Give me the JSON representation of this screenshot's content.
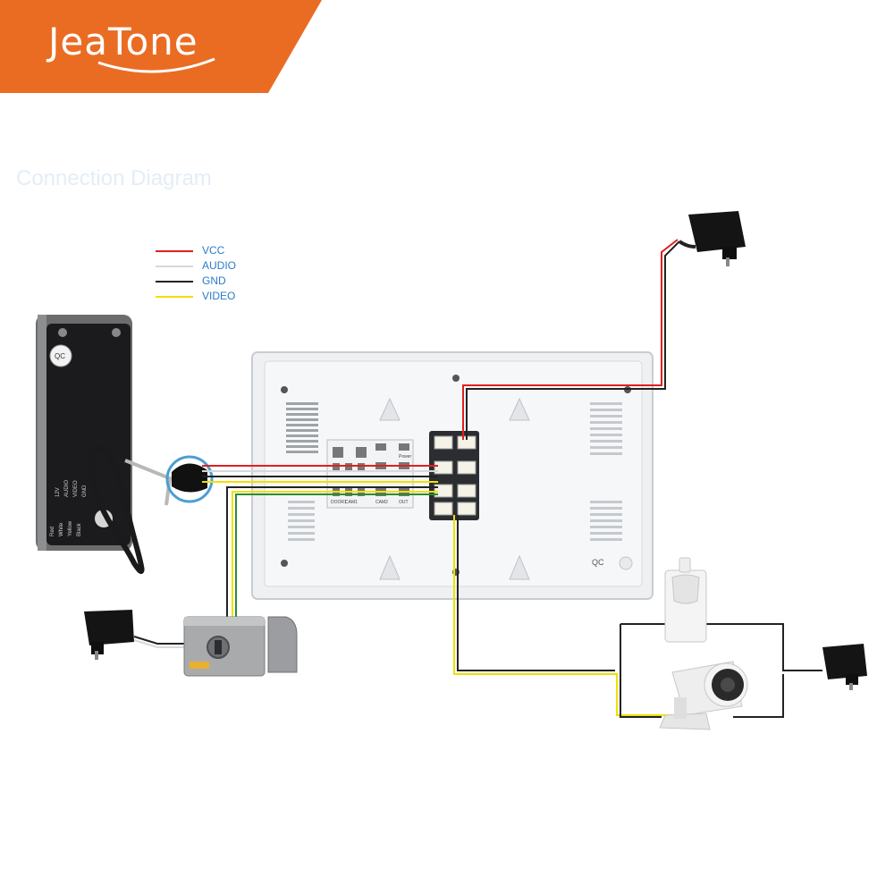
{
  "brand": {
    "name": "JeaTone",
    "color": "#ea6c23"
  },
  "diagram_title": "Connection Diagram",
  "legend": [
    {
      "label": "VCC",
      "color": "#e02020"
    },
    {
      "label": "AUDIO",
      "color": "#d8d8d8"
    },
    {
      "label": "GND",
      "color": "#222222"
    },
    {
      "label": "VIDEO",
      "color": "#f0e000"
    }
  ],
  "monitor": {
    "power_label": "Power",
    "ports": [
      {
        "id": "door1",
        "label": "DOOR1"
      },
      {
        "id": "cam1",
        "label": "CAM1"
      },
      {
        "id": "cam2",
        "label": "CAM2"
      },
      {
        "id": "out",
        "label": "OUT"
      }
    ]
  },
  "outdoor_unit": {
    "qc_label": "QC",
    "wire_labels": [
      "Red",
      "White",
      "Yellow",
      "Black"
    ],
    "signal_labels": [
      "12V",
      "AUDIO",
      "VIDEO",
      "GND"
    ]
  },
  "devices": [
    "power-adapter",
    "door-bell-camera",
    "indoor-monitor",
    "electric-lock",
    "motion-sensor",
    "cctv-camera"
  ]
}
